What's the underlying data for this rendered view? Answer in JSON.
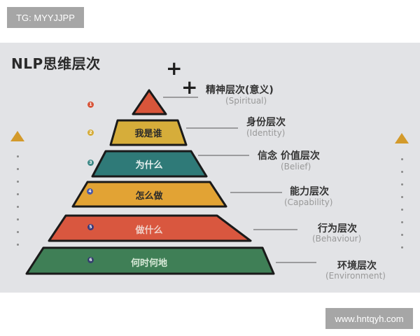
{
  "watermarks": {
    "top": "TG: MYYJJPP",
    "bottom": "www.hntqyh.com"
  },
  "title": "NLP思维层次",
  "decor": {
    "plus_symbol": "+",
    "accent_color": "#d39a2b"
  },
  "levels": [
    {
      "num": "1",
      "band_text": "",
      "name": "精神层次(意义)",
      "en": "(Spiritual)",
      "fill": "#d8553a",
      "num_color": "#d8553a"
    },
    {
      "num": "2",
      "band_text": "我是谁",
      "name": "身份层次",
      "en": "(Identity)",
      "fill": "#d6ad3a",
      "num_color": "#d6ad3a"
    },
    {
      "num": "3",
      "band_text": "为什么",
      "name": "信念 价值层次",
      "en": "(Belief)",
      "fill": "#2f7a78",
      "num_color": "#3f8a88"
    },
    {
      "num": "4",
      "band_text": "怎么做",
      "name": "能力层次",
      "en": "(Capability)",
      "fill": "#e2a334",
      "num_color": "#4a5aa8"
    },
    {
      "num": "5",
      "band_text": "做什么",
      "name": "行为层次",
      "en": "(Behaviour)",
      "fill": "#d9573f",
      "num_color": "#3a3a7a"
    },
    {
      "num": "6",
      "band_text": "何时何地",
      "name": "环境层次",
      "en": "(Environment)",
      "fill": "#3f7f56",
      "num_color": "#34406e"
    }
  ]
}
